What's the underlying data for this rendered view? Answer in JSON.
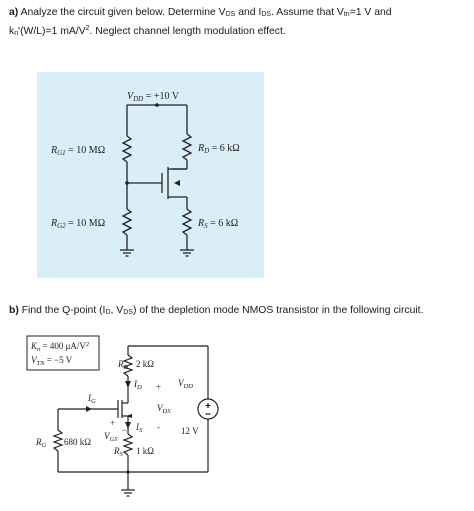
{
  "part_a": {
    "label": "a)",
    "text_1": " Analyze the circuit given below.  Determine V",
    "ds_sub": "DS",
    "text_2": " and I",
    "ids_sub": "DS",
    "text_3": ".  Assume that V",
    "vtn_sub": "tn",
    "text_4": "=1 V and",
    "text_5": "k",
    "kn_sub": "n",
    "text_6": "'(W/L)=1 mA/V",
    "sq_sup": "2",
    "text_7": ". Neglect channel length modulation effect.",
    "circuit": {
      "background": "#d9eef6",
      "vdd": "V",
      "vdd_sub": "DD",
      "vdd_value": " = +10 V",
      "rg1": "R",
      "rg1_sub": "G1",
      "rg1_value": " = 10 MΩ",
      "rg2": "R",
      "rg2_sub": "G2",
      "rg2_value": " = 10 MΩ",
      "rd": "R",
      "rd_sub": "D",
      "rd_value": " = 6 kΩ",
      "rs": "R",
      "rs_sub": "S",
      "rs_value": " = 6 kΩ"
    }
  },
  "part_b": {
    "label": "b)",
    "text_1": " Find the Q-point (I",
    "id_sub": "D",
    "text_2": ", V",
    "vds_sub": "DS",
    "text_3": ") of the depletion mode NMOS transistor in the following circuit.",
    "circuit": {
      "kn_line": "K",
      "kn_sub": "n",
      "kn_value": " = 400 μA/V",
      "kn_sup": "2",
      "vtn_line": "V",
      "vtn_sub": "TN",
      "vtn_value": " = −5 V",
      "rd": "R",
      "rd_sub": "D",
      "rd_value": "2 kΩ",
      "id": "I",
      "id_sub": "D",
      "vdd": "V",
      "vdd_sub": "DD",
      "ig": "I",
      "ig_sub": "G",
      "vds": "V",
      "vds_sub": "DS",
      "plus_ds": "+",
      "minus_ds": "-",
      "plus_gs": "+",
      "minus_gs": "−",
      "vgs": "V",
      "vgs_sub": "GS",
      "is": "I",
      "is_sub": "S",
      "supply": "12 V",
      "rg": "R",
      "rg_sub": "G",
      "rg_value": "680 kΩ",
      "rs": "R",
      "rs_sub": "S",
      "rs_value": "1 kΩ"
    }
  }
}
